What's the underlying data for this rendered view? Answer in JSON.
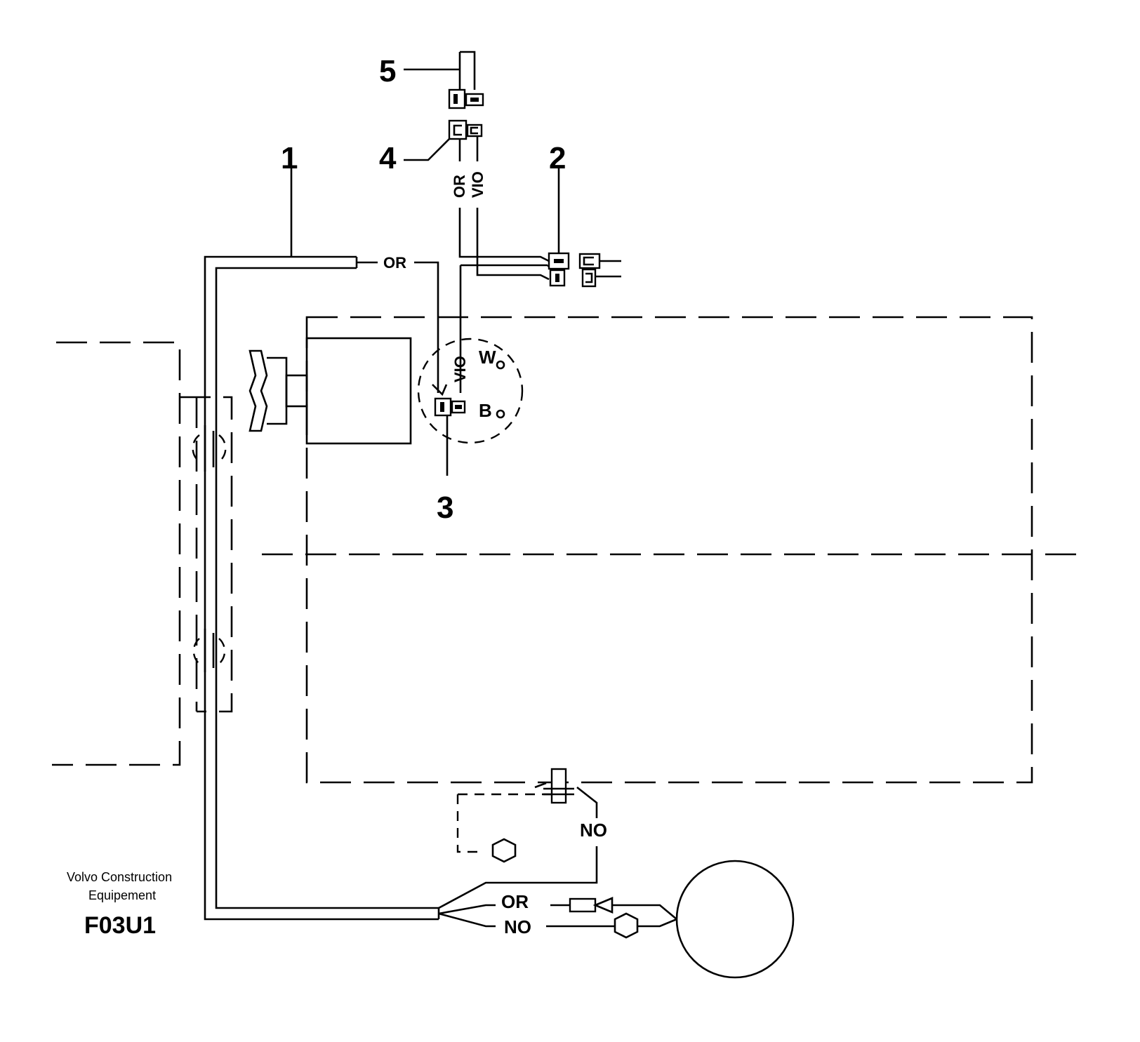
{
  "diagram": {
    "callouts": [
      "1",
      "2",
      "3",
      "4",
      "5"
    ],
    "wire_labels": {
      "or_main": "OR",
      "or_vertical": "OR",
      "vio_vertical": "VIO",
      "vio_alternator": "VIO",
      "no_top": "NO",
      "or_bottom": "OR",
      "no_bottom": "NO"
    },
    "terminals": {
      "w": "W",
      "b": "B"
    },
    "footer": {
      "maker_line1": "Volvo Construction",
      "maker_line2": "Equipement",
      "code": "F03U1"
    }
  }
}
